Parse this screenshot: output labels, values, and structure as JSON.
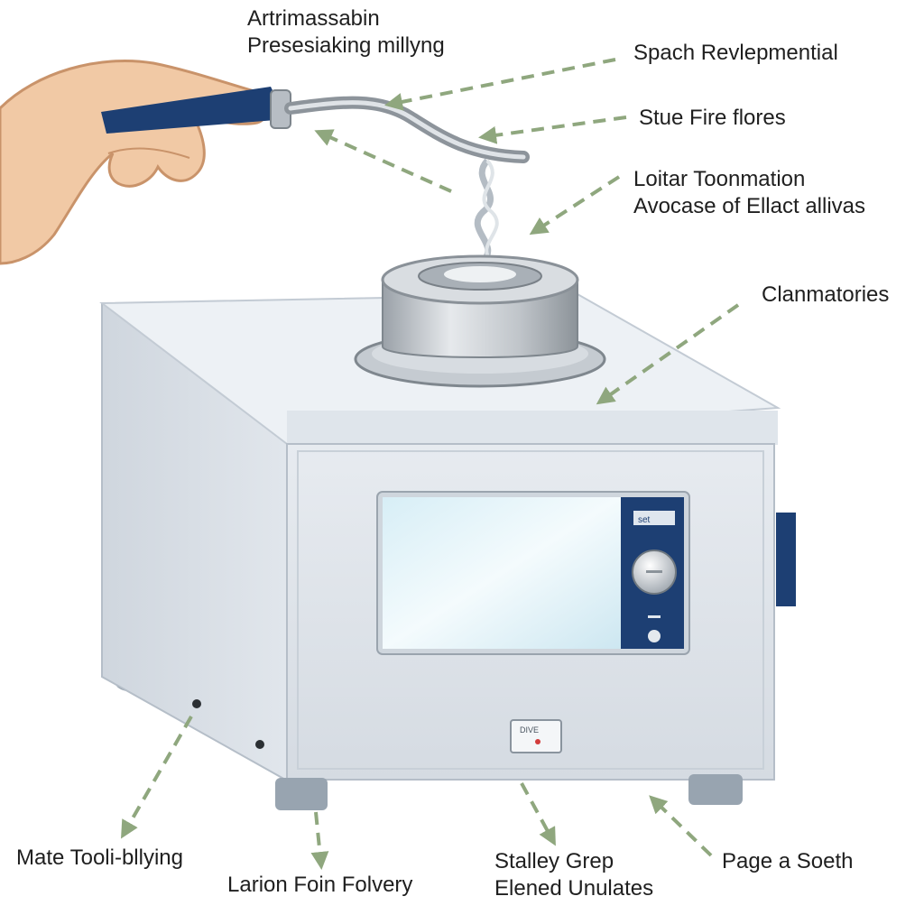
{
  "colors": {
    "arrow": "#8fa77e",
    "machine_body": "#e3e8ee",
    "machine_top": "#edf1f5",
    "panel_navy": "#1d3f73",
    "skin": "#f1c9a5",
    "steel": "#c7ccd2",
    "screen": "#e9f6fb"
  },
  "icons": [
    "hand-illustration",
    "extraction-tool-illustration",
    "metal-drum-illustration",
    "control-knob-icon",
    "indicator-light-icon"
  ],
  "labels": {
    "l1a": "Artrimassabin",
    "l1b": "Presesiaking millyng",
    "l2": "Spach Revlepmential",
    "l3": "Stue Fire flores",
    "l4a": "Loitar Toonmation",
    "l4b": "Avocase of Ellact allivas",
    "l5": "Clanmatories",
    "l6": "Mate Tooli-bllying",
    "l7": "Larion Foin Folvery",
    "l8a": "Stalley Grep",
    "l8b": "Elened Unulates",
    "l9": "Page a Soeth"
  },
  "panel": {
    "display_text": "set",
    "badge_text": "DIVE"
  }
}
